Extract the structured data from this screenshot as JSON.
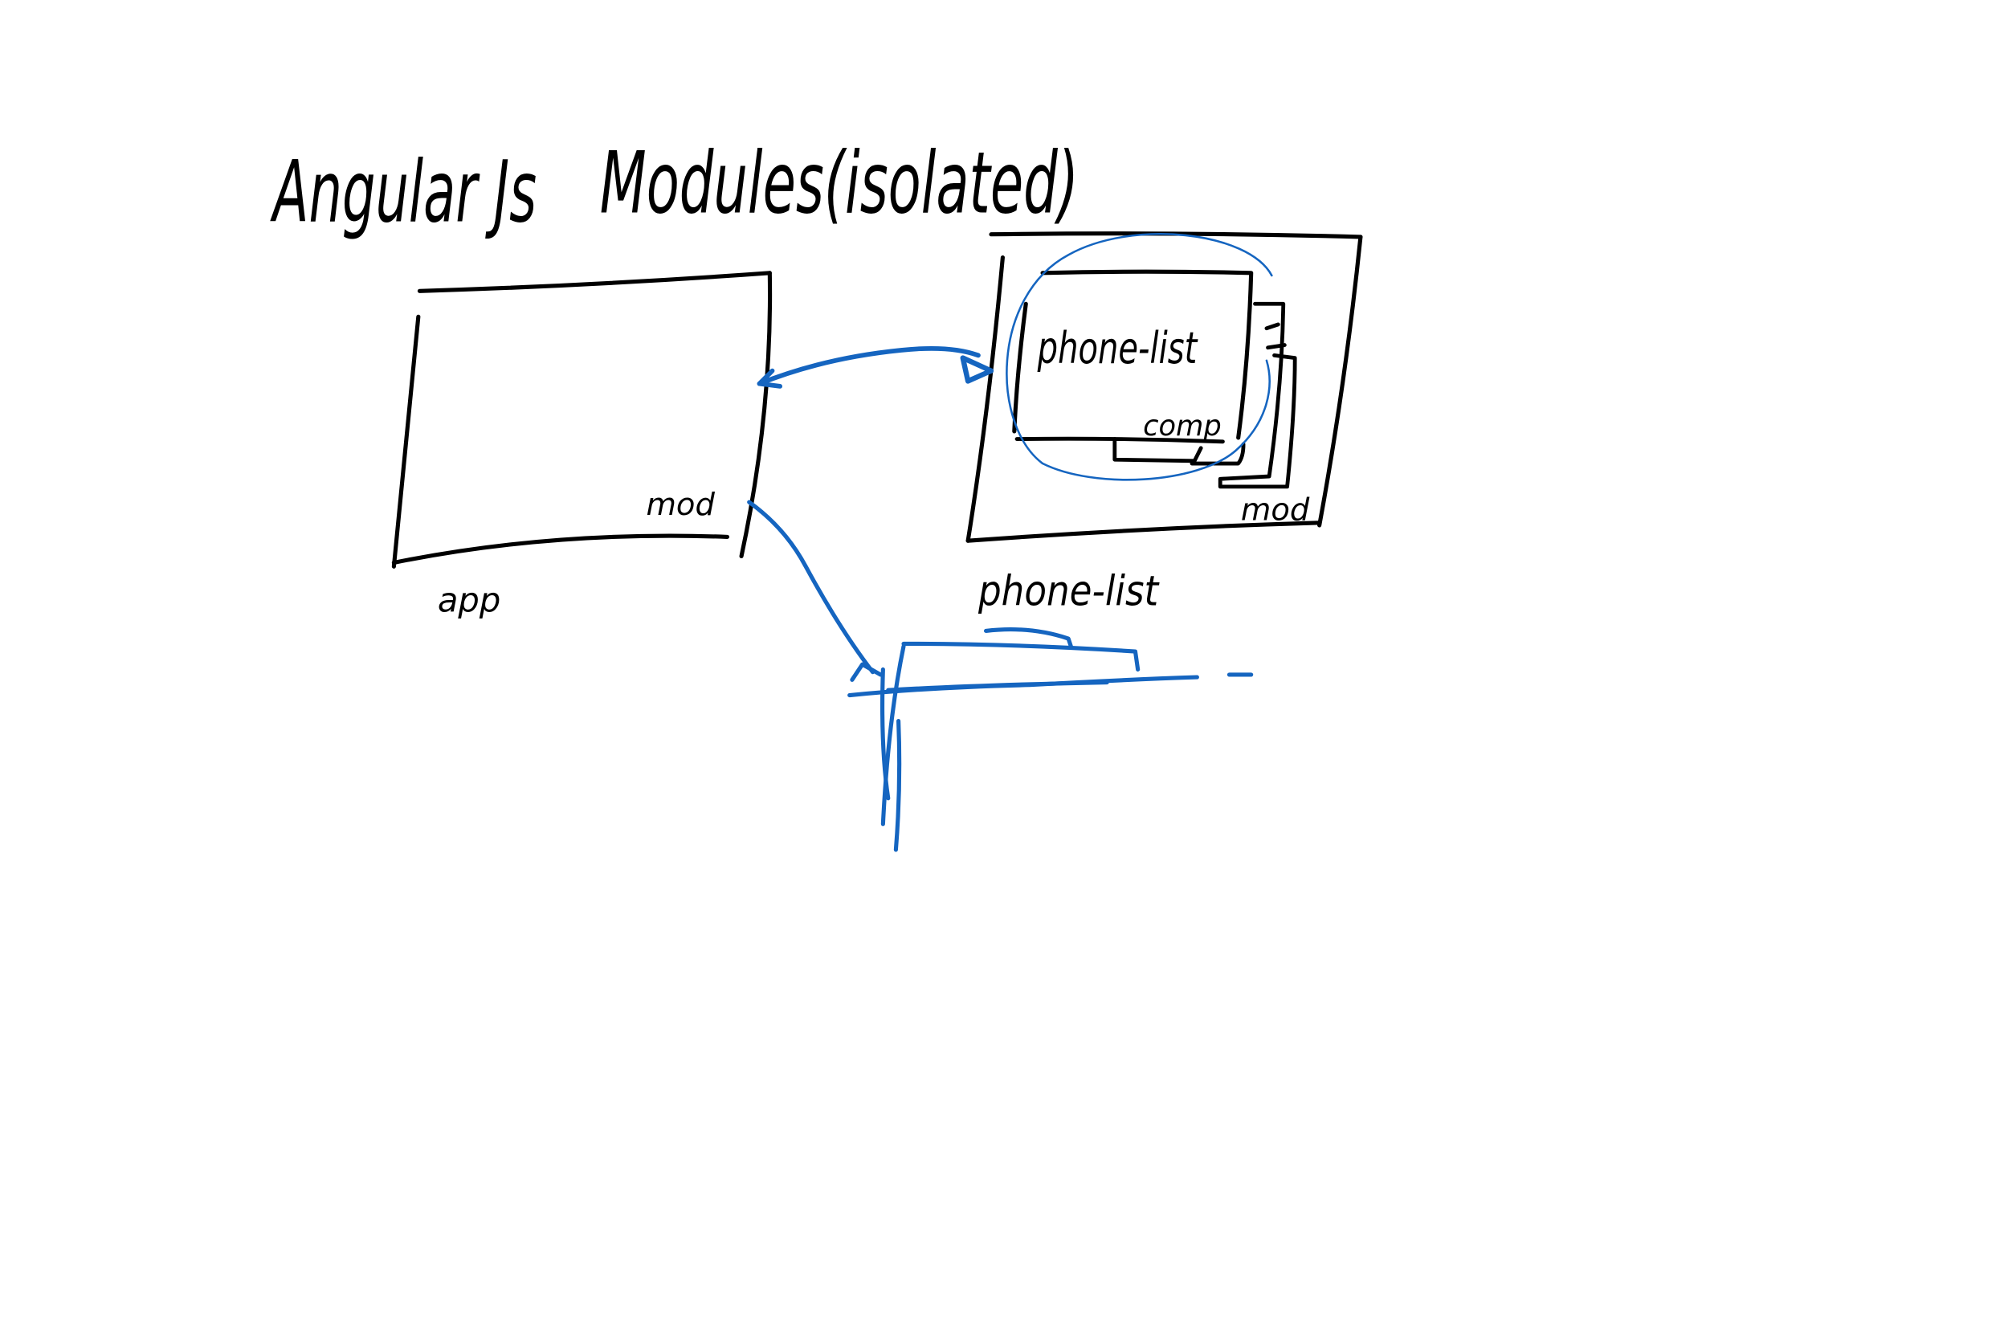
{
  "colors": {
    "ink_black": "#000000",
    "ink_blue": "#1565c0",
    "background": "#ffffff"
  },
  "title": {
    "part1": "Angular Js",
    "part2": "Modules(isolated)"
  },
  "left_box": {
    "corner_label": "mod",
    "caption": "app"
  },
  "right_box": {
    "inner_label": "phone-list",
    "comp_label": "comp",
    "corner_label": "mod",
    "caption": "phone-list"
  }
}
